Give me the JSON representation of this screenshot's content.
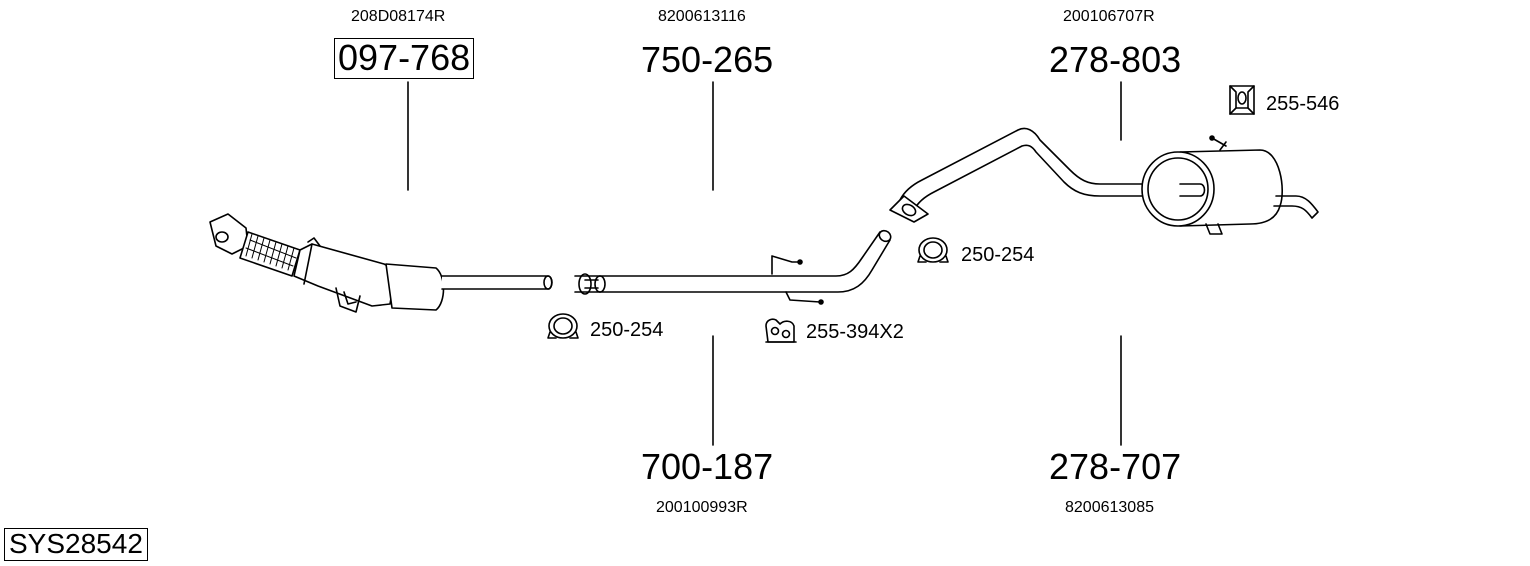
{
  "system": {
    "code": "SYS28542"
  },
  "parts": {
    "catalyst": {
      "oe": "208D08174R",
      "number": "097-768"
    },
    "middle_pipe": {
      "oe": "8200613116",
      "number": "750-265"
    },
    "front_pipe": {
      "oe": "200100993R",
      "number": "700-187"
    },
    "rear_pipe": {
      "oe": "200106707R",
      "number": "278-803"
    },
    "rear_silencer": {
      "oe": "8200613085",
      "number": "278-707"
    }
  },
  "fittings": {
    "clamp_1": "250-254",
    "clamp_2": "250-254",
    "rubber_mount_1": "255-394X2",
    "rubber_mount_2": "255-546"
  },
  "icons": {
    "clamp": "clamp-icon",
    "rubber_mount": "rubber-mount-icon"
  }
}
